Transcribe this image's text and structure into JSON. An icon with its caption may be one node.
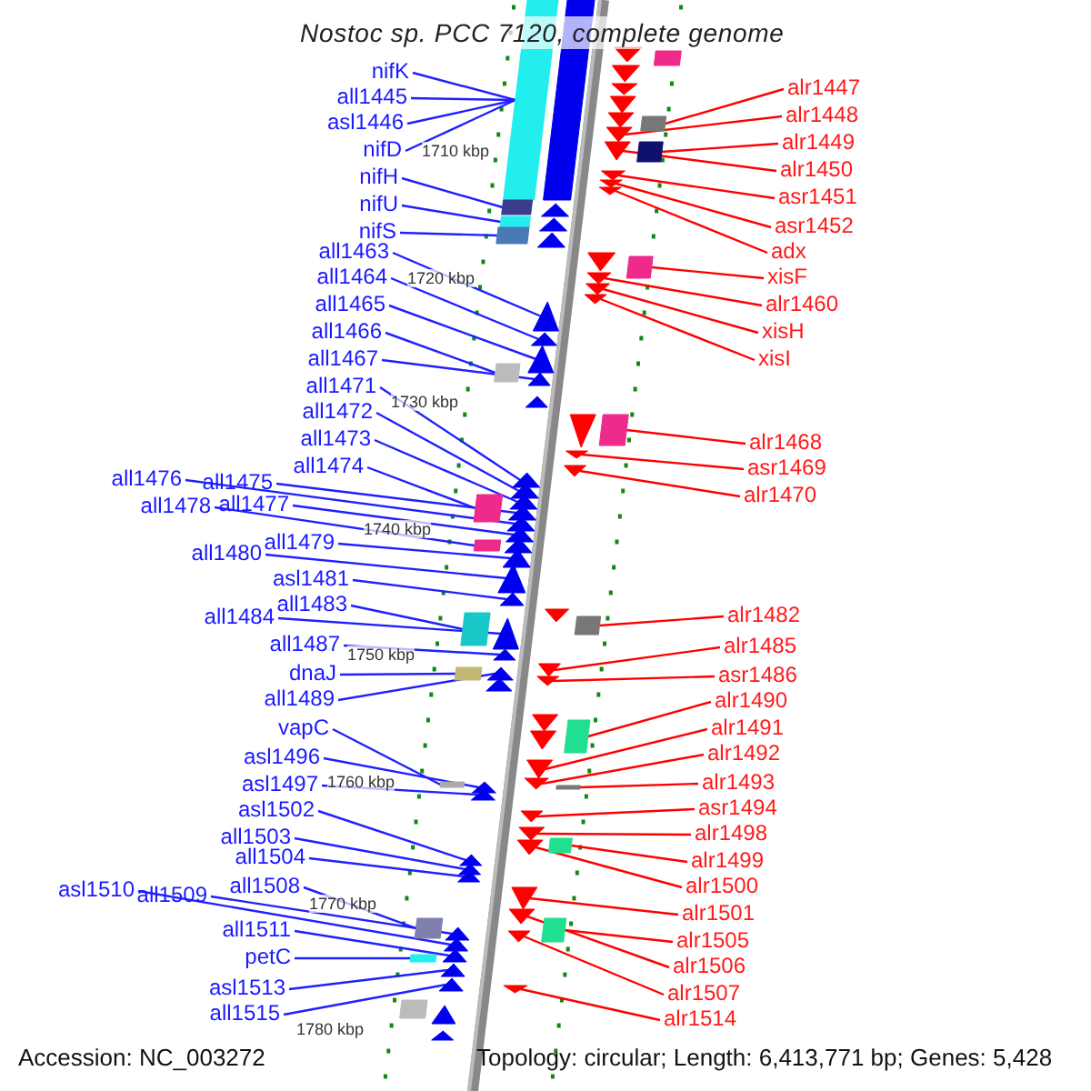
{
  "diagram": {
    "title": "Nostoc sp. PCC 7120, complete genome",
    "nodes": [
      {
        "text": [
          "nifK"
        ]
      },
      {
        "text": [
          "all1445"
        ]
      },
      {
        "text": [
          "asl1446"
        ]
      },
      {
        "text": [
          "nifD"
        ]
      },
      {
        "text": [
          "nifH"
        ]
      },
      {
        "text": [
          "nifU"
        ]
      },
      {
        "text": [
          "nifS"
        ]
      },
      {
        "text": [
          "all1463"
        ]
      },
      {
        "text": [
          "all1464"
        ]
      },
      {
        "text": [
          "all1465"
        ]
      },
      {
        "text": [
          "all1466"
        ]
      },
      {
        "text": [
          "all1467"
        ]
      },
      {
        "text": [
          "all1471"
        ]
      },
      {
        "text": [
          "all1472"
        ]
      },
      {
        "text": [
          "all1473"
        ]
      },
      {
        "text": [
          "all1474"
        ]
      },
      {
        "text": [
          "all1476"
        ]
      },
      {
        "text": [
          "all1475"
        ]
      },
      {
        "text": [
          "all1478"
        ]
      },
      {
        "text": [
          "all1477"
        ]
      },
      {
        "text": [
          "all1479"
        ]
      },
      {
        "text": [
          "all1480"
        ]
      },
      {
        "text": [
          "asl1481"
        ]
      },
      {
        "text": [
          "all1483"
        ]
      },
      {
        "text": [
          "all1484"
        ]
      },
      {
        "text": [
          "all1487"
        ]
      },
      {
        "text": [
          "dnaJ"
        ]
      },
      {
        "text": [
          "all1489"
        ]
      },
      {
        "text": [
          "vapC"
        ]
      },
      {
        "text": [
          "asl1496"
        ]
      },
      {
        "text": [
          "asl1497"
        ]
      },
      {
        "text": [
          "asl1502"
        ]
      },
      {
        "text": [
          "all1503"
        ]
      },
      {
        "text": [
          "all1504"
        ]
      },
      {
        "text": [
          "all1508"
        ]
      },
      {
        "text": [
          "asl1510"
        ]
      },
      {
        "text": [
          "all1509"
        ]
      },
      {
        "text": [
          "all1511"
        ]
      },
      {
        "text": [
          "petC"
        ]
      },
      {
        "text": [
          "asl1513"
        ]
      },
      {
        "text": [
          "all1515"
        ]
      },
      {
        "text": [
          "alr1447"
        ]
      },
      {
        "text": [
          "alr1448"
        ]
      },
      {
        "text": [
          "alr1449"
        ]
      },
      {
        "text": [
          "alr1450"
        ]
      },
      {
        "text": [
          "asr1451"
        ]
      },
      {
        "text": [
          "asr1452"
        ]
      },
      {
        "text": [
          "adx"
        ]
      },
      {
        "text": [
          "xisF"
        ]
      },
      {
        "text": [
          "alr1460"
        ]
      },
      {
        "text": [
          "xisH"
        ]
      },
      {
        "text": [
          "xisI"
        ]
      },
      {
        "text": [
          "alr1468"
        ]
      },
      {
        "text": [
          "asr1469"
        ]
      },
      {
        "text": [
          "alr1470"
        ]
      },
      {
        "text": [
          "alr1482"
        ]
      },
      {
        "text": [
          "alr1485"
        ]
      },
      {
        "text": [
          "asr1486"
        ]
      },
      {
        "text": [
          "alr1490"
        ]
      },
      {
        "text": [
          "alr1491"
        ]
      },
      {
        "text": [
          "alr1492"
        ]
      },
      {
        "text": [
          "alr1493"
        ]
      },
      {
        "text": [
          "asr1494"
        ]
      },
      {
        "text": [
          "alr1498"
        ]
      },
      {
        "text": [
          "alr1499"
        ]
      },
      {
        "text": [
          "alr1500"
        ]
      },
      {
        "text": [
          "alr1501"
        ]
      },
      {
        "text": [
          "alr1505"
        ]
      },
      {
        "text": [
          "alr1506"
        ]
      },
      {
        "text": [
          "alr1507"
        ]
      },
      {
        "text": [
          "alr1514"
        ]
      },
      {
        "text": [],
        "shape": "box"
      },
      {
        "text": [],
        "shape": "box"
      },
      {
        "text": [],
        "shape": "box"
      },
      {
        "text": [],
        "shape": "box"
      },
      {
        "text": [],
        "shape": "box"
      },
      {
        "text": [],
        "shape": "triangle"
      },
      {
        "text": [],
        "shape": "triangle"
      },
      {
        "text": [],
        "shape": "triangle"
      },
      {
        "text": [],
        "shape": "triangle"
      },
      {
        "text": [],
        "shape": "triangle"
      },
      {
        "text": [],
        "shape": "triangle"
      },
      {
        "text": [],
        "shape": "triangle"
      },
      {
        "text": [],
        "shape": "triangle"
      },
      {
        "text": [],
        "shape": "box"
      },
      {
        "text": [],
        "shape": "triangle"
      },
      {
        "text": [],
        "shape": "triangle"
      },
      {
        "text": [],
        "shape": "triangle"
      },
      {
        "text": [],
        "shape": "triangle"
      },
      {
        "text": [],
        "shape": "triangle"
      },
      {
        "text": [],
        "shape": "triangle"
      },
      {
        "text": [],
        "shape": "triangle"
      },
      {
        "text": [],
        "shape": "triangle"
      },
      {
        "text": [],
        "shape": "triangle"
      },
      {
        "text": [],
        "shape": "triangle"
      },
      {
        "text": [],
        "shape": "box"
      },
      {
        "text": [],
        "shape": "box"
      },
      {
        "text": [],
        "shape": "box"
      },
      {
        "text": [],
        "shape": "triangle"
      },
      {
        "text": [],
        "shape": "triangle"
      },
      {
        "text": [],
        "shape": "box"
      },
      {
        "text": [],
        "shape": "triangle"
      },
      {
        "text": [],
        "shape": "triangle"
      },
      {
        "text": [],
        "shape": "box"
      },
      {
        "text": [],
        "shape": "triangle"
      },
      {
        "text": [],
        "shape": "triangle"
      },
      {
        "text": [],
        "shape": "triangle"
      },
      {
        "text": [],
        "shape": "triangle"
      },
      {
        "text": [],
        "shape": "triangle"
      },
      {
        "text": [],
        "shape": "box"
      },
      {
        "text": [],
        "shape": "triangle"
      },
      {
        "text": [],
        "shape": "triangle"
      },
      {
        "text": [],
        "shape": "triangle"
      },
      {
        "text": [],
        "shape": "triangle"
      },
      {
        "text": [],
        "shape": "triangle"
      },
      {
        "text": [],
        "shape": "box"
      },
      {
        "text": [],
        "shape": "box"
      },
      {
        "text": [],
        "shape": "triangle"
      },
      {
        "text": [],
        "shape": "triangle"
      },
      {
        "text": [],
        "shape": "box"
      },
      {
        "text": [],
        "shape": "triangle"
      },
      {
        "text": [],
        "shape": "triangle"
      },
      {
        "text": [],
        "shape": "triangle"
      },
      {
        "text": [],
        "shape": "triangle"
      },
      {
        "text": [],
        "shape": "triangle"
      },
      {
        "text": [],
        "shape": "triangle"
      },
      {
        "text": [],
        "shape": "triangle"
      },
      {
        "text": [],
        "shape": "triangle"
      },
      {
        "text": [],
        "shape": "box"
      },
      {
        "text": [],
        "shape": "box"
      },
      {
        "text": [],
        "shape": "triangle"
      },
      {
        "text": [],
        "shape": "triangle"
      },
      {
        "text": [],
        "shape": "triangle"
      },
      {
        "text": [],
        "shape": "box"
      },
      {
        "text": [],
        "shape": "triangle"
      },
      {
        "text": [],
        "shape": "box"
      },
      {
        "text": [],
        "shape": "triangle"
      },
      {
        "text": [],
        "shape": "triangle"
      },
      {
        "text": [],
        "shape": "triangle"
      },
      {
        "text": [],
        "shape": "box"
      },
      {
        "text": [],
        "shape": "triangle"
      },
      {
        "text": [],
        "shape": "triangle"
      },
      {
        "text": [],
        "shape": "triangle"
      },
      {
        "text": [],
        "shape": "box"
      },
      {
        "text": [],
        "shape": "triangle"
      },
      {
        "text": [],
        "shape": "triangle"
      },
      {
        "text": [],
        "shape": "box"
      },
      {
        "text": [],
        "shape": "triangle"
      },
      {
        "text": [],
        "shape": "triangle"
      },
      {
        "text": [],
        "shape": "triangle"
      },
      {
        "text": [],
        "shape": "box"
      },
      {
        "text": [],
        "shape": "triangle"
      },
      {
        "text": [],
        "shape": "triangle"
      },
      {
        "text": [],
        "shape": "box"
      },
      {
        "text": [],
        "shape": "triangle"
      },
      {
        "text": [],
        "shape": "triangle"
      },
      {
        "text": [],
        "shape": "triangle"
      },
      {
        "text": [],
        "shape": "triangle"
      },
      {
        "text": [],
        "shape": "triangle"
      },
      {
        "text": [],
        "shape": "triangle"
      }
    ],
    "edges": [
      {
        "from": 0,
        "to": 71,
        "arrow": "none"
      },
      {
        "from": 1,
        "to": 71,
        "arrow": "none"
      },
      {
        "from": 2,
        "to": 71,
        "arrow": "none"
      },
      {
        "from": 3,
        "to": 71,
        "arrow": "none"
      },
      {
        "from": 4,
        "to": 72,
        "arrow": "none"
      },
      {
        "from": 5,
        "to": 73,
        "arrow": "none"
      },
      {
        "from": 6,
        "to": 74,
        "arrow": "none"
      },
      {
        "from": 7,
        "to": 79,
        "arrow": "none"
      },
      {
        "from": 8,
        "to": 80,
        "arrow": "none"
      },
      {
        "from": 9,
        "to": 81,
        "arrow": "none"
      },
      {
        "from": 10,
        "to": 84,
        "arrow": "none"
      },
      {
        "from": 11,
        "to": 82,
        "arrow": "none"
      },
      {
        "from": 12,
        "to": 85,
        "arrow": "none"
      },
      {
        "from": 13,
        "to": 86,
        "arrow": "none"
      },
      {
        "from": 14,
        "to": 87,
        "arrow": "none"
      },
      {
        "from": 15,
        "to": 95,
        "arrow": "none"
      },
      {
        "from": 16,
        "to": 89,
        "arrow": "none"
      },
      {
        "from": 17,
        "to": 88,
        "arrow": "none"
      },
      {
        "from": 18,
        "to": 96,
        "arrow": "none"
      },
      {
        "from": 19,
        "to": 90,
        "arrow": "none"
      },
      {
        "from": 20,
        "to": 92,
        "arrow": "none"
      },
      {
        "from": 21,
        "to": 93,
        "arrow": "none"
      },
      {
        "from": 22,
        "to": 94,
        "arrow": "none"
      },
      {
        "from": 23,
        "to": 97,
        "arrow": "none"
      },
      {
        "from": 24,
        "to": 98,
        "arrow": "none"
      },
      {
        "from": 25,
        "to": 99,
        "arrow": "none"
      },
      {
        "from": 26,
        "to": 100,
        "arrow": "none"
      },
      {
        "from": 27,
        "to": 101,
        "arrow": "none"
      },
      {
        "from": 28,
        "to": 103,
        "arrow": "none"
      },
      {
        "from": 29,
        "to": 104,
        "arrow": "none"
      },
      {
        "from": 30,
        "to": 105,
        "arrow": "none"
      },
      {
        "from": 31,
        "to": 106,
        "arrow": "none"
      },
      {
        "from": 32,
        "to": 107,
        "arrow": "none"
      },
      {
        "from": 33,
        "to": 108,
        "arrow": "none"
      },
      {
        "from": 34,
        "to": 109,
        "arrow": "none"
      },
      {
        "from": 35,
        "to": 111,
        "arrow": "none"
      },
      {
        "from": 36,
        "to": 110,
        "arrow": "none"
      },
      {
        "from": 37,
        "to": 112,
        "arrow": "none"
      },
      {
        "from": 38,
        "to": 115,
        "arrow": "none"
      },
      {
        "from": 39,
        "to": 113,
        "arrow": "none"
      },
      {
        "from": 40,
        "to": 114,
        "arrow": "none"
      },
      {
        "from": 41,
        "to": 128,
        "arrow": "none",
        "color": "#ff0000"
      },
      {
        "from": 42,
        "to": 125,
        "arrow": "none",
        "color": "#ff0000"
      },
      {
        "from": 43,
        "to": 129,
        "arrow": "none",
        "color": "#ff0000"
      },
      {
        "from": 44,
        "to": 126,
        "arrow": "none",
        "color": "#ff0000"
      },
      {
        "from": 45,
        "to": 127,
        "arrow": "none",
        "color": "#ff0000"
      },
      {
        "from": 46,
        "to": 155,
        "arrow": "none",
        "color": "#ff0000"
      },
      {
        "from": 47,
        "to": 156,
        "arrow": "none",
        "color": "#ff0000"
      },
      {
        "from": 48,
        "to": 133,
        "arrow": "none",
        "color": "#ff0000"
      },
      {
        "from": 49,
        "to": 131,
        "arrow": "none",
        "color": "#ff0000"
      },
      {
        "from": 50,
        "to": 132,
        "arrow": "none",
        "color": "#ff0000"
      },
      {
        "from": 51,
        "to": 157,
        "arrow": "none",
        "color": "#ff0000"
      },
      {
        "from": 52,
        "to": 135,
        "arrow": "none",
        "color": "#ff0000"
      },
      {
        "from": 53,
        "to": 136,
        "arrow": "none",
        "color": "#ff0000"
      },
      {
        "from": 54,
        "to": 137,
        "arrow": "none",
        "color": "#ff0000"
      },
      {
        "from": 55,
        "to": 139,
        "arrow": "none",
        "color": "#ff0000"
      },
      {
        "from": 56,
        "to": 140,
        "arrow": "none",
        "color": "#ff0000"
      },
      {
        "from": 57,
        "to": 158,
        "arrow": "none",
        "color": "#ff0000"
      },
      {
        "from": 58,
        "to": 143,
        "arrow": "none",
        "color": "#ff0000"
      },
      {
        "from": 59,
        "to": 144,
        "arrow": "none",
        "color": "#ff0000"
      },
      {
        "from": 60,
        "to": 145,
        "arrow": "none",
        "color": "#ff0000"
      },
      {
        "from": 61,
        "to": 146,
        "arrow": "none",
        "color": "#ff0000"
      },
      {
        "from": 62,
        "to": 147,
        "arrow": "none",
        "color": "#ff0000"
      },
      {
        "from": 63,
        "to": 148,
        "arrow": "none",
        "color": "#ff0000"
      },
      {
        "from": 64,
        "to": 150,
        "arrow": "none",
        "color": "#ff0000"
      },
      {
        "from": 65,
        "to": 149,
        "arrow": "none",
        "color": "#ff0000"
      },
      {
        "from": 66,
        "to": 151,
        "arrow": "none",
        "color": "#ff0000"
      },
      {
        "from": 67,
        "to": 153,
        "arrow": "none",
        "color": "#ff0000"
      },
      {
        "from": 68,
        "to": 152,
        "arrow": "none",
        "color": "#ff0000"
      },
      {
        "from": 69,
        "to": 159,
        "arrow": "none",
        "color": "#ff0000"
      },
      {
        "from": 70,
        "to": 154,
        "arrow": "none",
        "color": "#ff0000"
      }
    ],
    "labels": [
      "1710 kbp",
      "1720 kbp",
      "1730 kbp",
      "1740 kbp",
      "1750 kbp",
      "1760 kbp",
      "1770 kbp",
      "1780 kbp",
      "Accession: NC_003272",
      "Topology: circular; Length: 6,413,771 bp; Genes: 5,428"
    ]
  }
}
